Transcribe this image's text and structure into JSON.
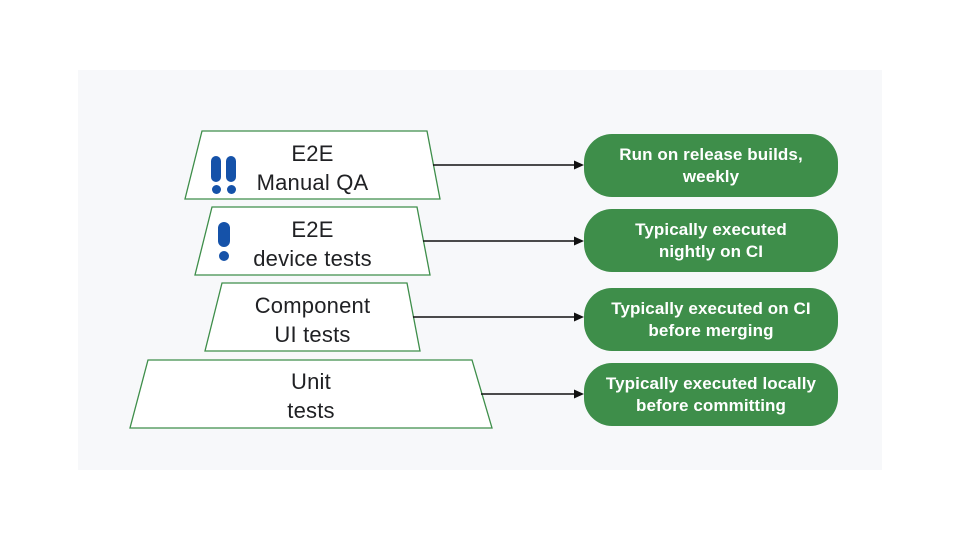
{
  "colors": {
    "green": "#3E8E4A",
    "blue": "#1552A9",
    "panel": "#F7F8FA",
    "label_text": "#202124",
    "note_text": "#FFFFFF",
    "arrow": "#111111"
  },
  "diagram": {
    "description": "Testing levels pyramid with execution cadence notes",
    "levels": [
      {
        "id": "e2e-manual-qa",
        "label_line1": "E2E",
        "label_line2": "Manual QA",
        "priority_icon": "double-exclamation-icon",
        "note_line1": "Run on release builds,",
        "note_line2": "weekly"
      },
      {
        "id": "e2e-device-tests",
        "label_line1": "E2E",
        "label_line2": "device tests",
        "priority_icon": "single-exclamation-icon",
        "note_line1": "Typically executed",
        "note_line2": "nightly on CI"
      },
      {
        "id": "component-ui-tests",
        "label_line1": "Component",
        "label_line2": "UI tests",
        "priority_icon": null,
        "note_line1": "Typically executed on CI",
        "note_line2": "before merging"
      },
      {
        "id": "unit-tests",
        "label_line1": "Unit",
        "label_line2": "tests",
        "priority_icon": null,
        "note_line1": "Typically executed locally",
        "note_line2": "before committing"
      }
    ]
  }
}
